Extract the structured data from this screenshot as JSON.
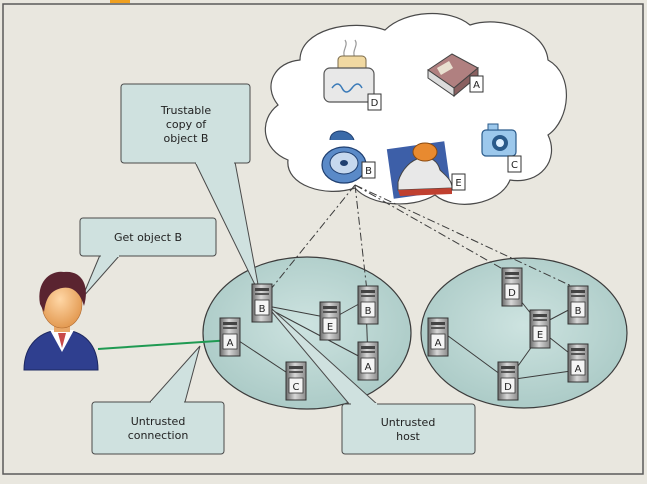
{
  "callouts": {
    "trustable": [
      "Trustable",
      "copy of",
      "object B"
    ],
    "get_object": "Get object B",
    "untrusted_connection": [
      "Untrusted",
      "connection"
    ],
    "untrusted_host": [
      "Untrusted",
      "host"
    ]
  },
  "cloud_objects": {
    "toaster_tag": "D",
    "book_tag": "A",
    "film_tag": "B",
    "shoe_tag": "E",
    "camera_tag": "C"
  },
  "left_network": {
    "servers": [
      "B",
      "A",
      "E",
      "B",
      "A",
      "C"
    ]
  },
  "right_network": {
    "servers": [
      "D",
      "A",
      "E",
      "B",
      "D",
      "A"
    ]
  },
  "colors": {
    "background": "#e9e7df",
    "frame": "#5a5a5a",
    "callout_fill": "#cfe1df",
    "network_fill": "#b9d5d2",
    "cloud_fill": "#ffffff",
    "untrusted_link": "#1f9a52"
  }
}
